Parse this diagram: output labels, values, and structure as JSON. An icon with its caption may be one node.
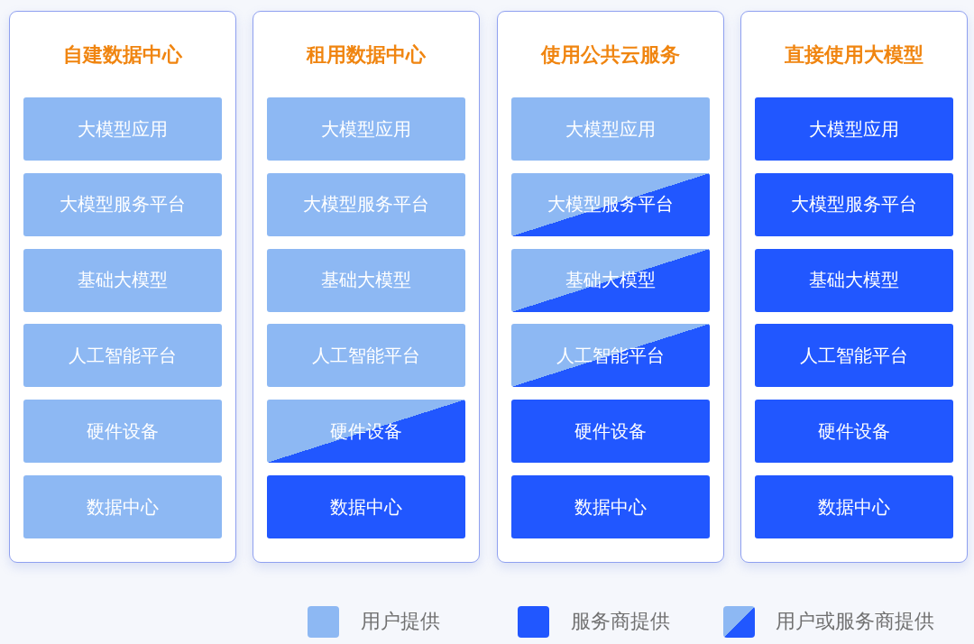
{
  "diagram": {
    "nodes": [
      {
        "text": [
          "自建数据中心"
        ]
      },
      {
        "text": [
          "大模型应用"
        ],
        "in": 0
      },
      {
        "text": [
          "大模型服务平台"
        ],
        "in": 0
      },
      {
        "text": [
          "基础大模型"
        ],
        "in": 0
      },
      {
        "text": [
          "人工智能平台"
        ],
        "in": 0
      },
      {
        "text": [
          "硬件设备"
        ],
        "in": 0
      },
      {
        "text": [
          "数据中心"
        ],
        "in": 0
      },
      {
        "text": [
          "租用数据中心"
        ]
      },
      {
        "text": [
          "大模型应用"
        ],
        "in": 7
      },
      {
        "text": [
          "大模型服务平台"
        ],
        "in": 7
      },
      {
        "text": [
          "基础大模型"
        ],
        "in": 7
      },
      {
        "text": [
          "人工智能平台"
        ],
        "in": 7
      },
      {
        "text": [
          "硬件设备"
        ],
        "in": 7
      },
      {
        "text": [
          "数据中心"
        ],
        "in": 7
      },
      {
        "text": [
          "使用公共云服务"
        ]
      },
      {
        "text": [
          "大模型应用"
        ],
        "in": 14
      },
      {
        "text": [
          "大模型服务平台"
        ],
        "in": 14
      },
      {
        "text": [
          "基础大模型"
        ],
        "in": 14
      },
      {
        "text": [
          "人工智能平台"
        ],
        "in": 14
      },
      {
        "text": [
          "硬件设备"
        ],
        "in": 14
      },
      {
        "text": [
          "数据中心"
        ],
        "in": 14
      },
      {
        "text": [
          "直接使用大模型"
        ]
      },
      {
        "text": [
          "大模型应用"
        ],
        "in": 21
      },
      {
        "text": [
          "大模型服务平台"
        ],
        "in": 21
      },
      {
        "text": [
          "基础大模型"
        ],
        "in": 21
      },
      {
        "text": [
          "人工智能平台"
        ],
        "in": 21
      },
      {
        "text": [
          "硬件设备"
        ],
        "in": 21
      },
      {
        "text": [
          "数据中心"
        ],
        "in": 21
      }
    ],
    "edges": [],
    "legend": [
      {
        "text": "用户提供",
        "color": "#8db8f3"
      },
      {
        "text": "服务商提供",
        "color": "#2157ff"
      },
      {
        "text": "用户或服务商提供"
      }
    ]
  }
}
